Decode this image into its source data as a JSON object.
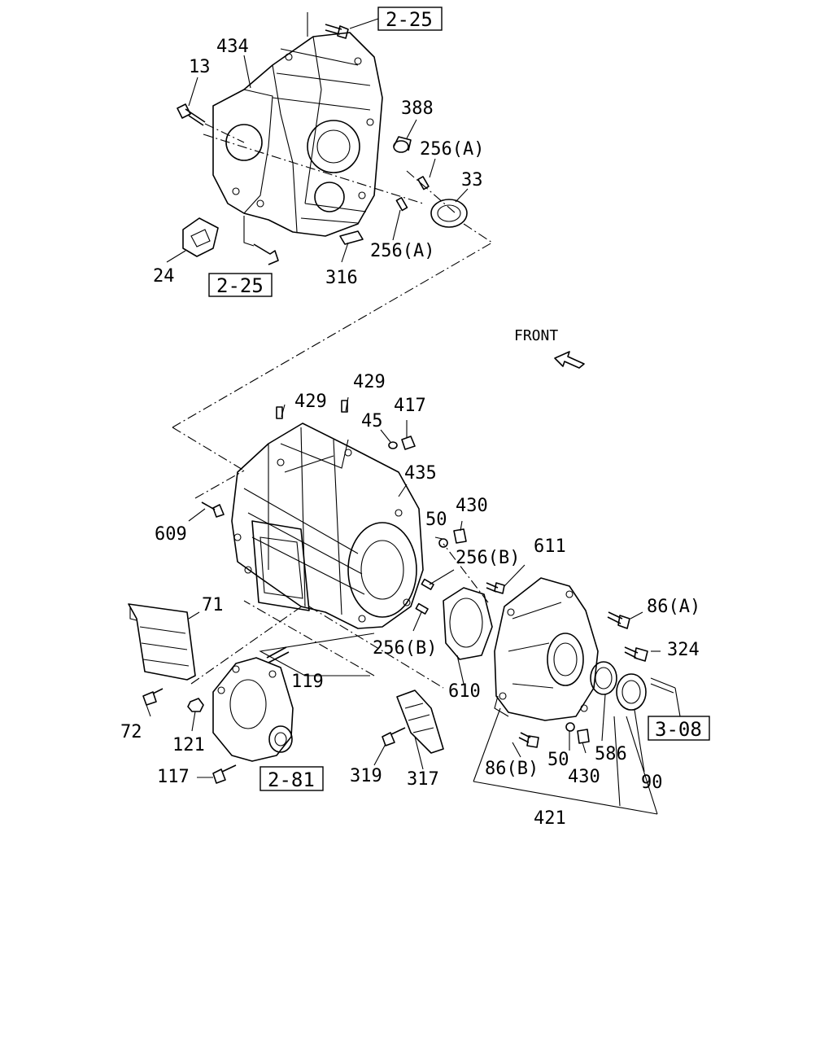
{
  "front_label": "FRONT",
  "ref_boxes": {
    "top_right": "2-25",
    "top_left": "2-25",
    "pto": "2-81",
    "rear": "3-08"
  },
  "callouts": {
    "c434": "434",
    "c13": "13",
    "c388": "388",
    "c256a_1": "256(A)",
    "c33": "33",
    "c256a_2": "256(A)",
    "c24": "24",
    "c316": "316",
    "c429_1": "429",
    "c429_2": "429",
    "c417": "417",
    "c45": "45",
    "c435": "435",
    "c609": "609",
    "c50_1": "50",
    "c430_1": "430",
    "c256b_1": "256(B)",
    "c611": "611",
    "c71": "71",
    "c86a": "86(A)",
    "c324": "324",
    "c256b_2": "256(B)",
    "c119": "119",
    "c610": "610",
    "c72": "72",
    "c121": "121",
    "c586": "586",
    "c90": "90",
    "c50_2": "50",
    "c430_2": "430",
    "c86b": "86(B)",
    "c117": "117",
    "c319": "319",
    "c317": "317",
    "c421": "421"
  }
}
